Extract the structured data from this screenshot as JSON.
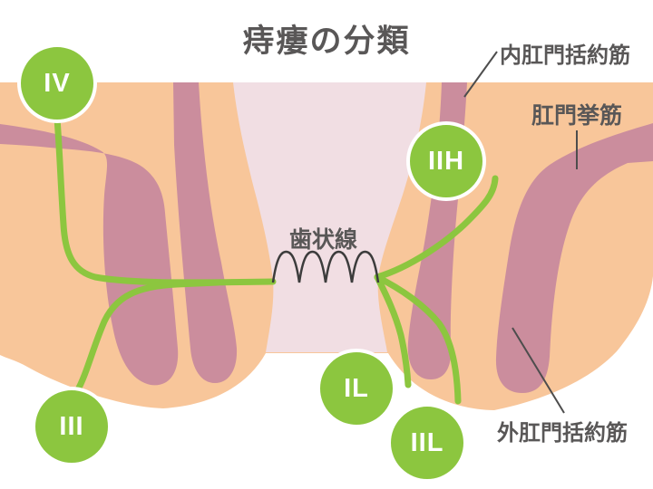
{
  "title": "痔瘻の分類",
  "annotations": {
    "internal_sphincter": "内肛門括約筋",
    "levator_ani": "肛門挙筋",
    "dentate_line": "歯状線",
    "external_sphincter": "外肛門括約筋"
  },
  "badges": [
    {
      "id": "IV",
      "label": "IV"
    },
    {
      "id": "IIH",
      "label": "IIH"
    },
    {
      "id": "III",
      "label": "III"
    },
    {
      "id": "IL",
      "label": "IL"
    },
    {
      "id": "IIL",
      "label": "IIL"
    }
  ],
  "colors": {
    "body_peach": "#F8C69A",
    "muscle_pink": "#CB8D9D",
    "canal_pink": "#F1DEE3",
    "fistula_green": "#8CC63F",
    "text_gray": "#595757",
    "pointer_dark": "#4d4d4d"
  }
}
